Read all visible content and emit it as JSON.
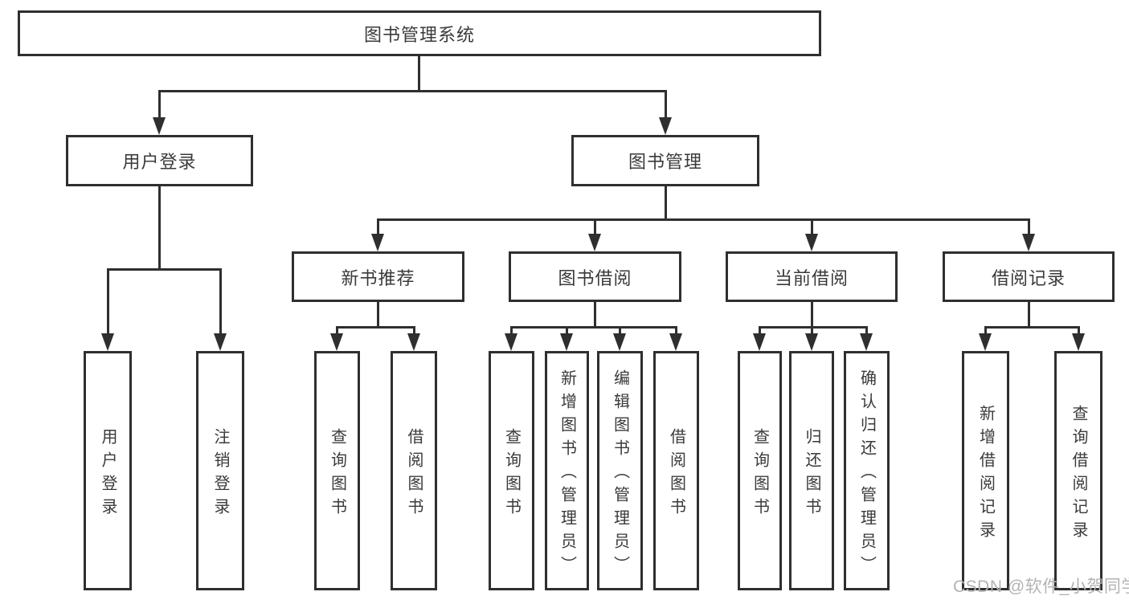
{
  "nodes": {
    "root": "图书管理系统",
    "user_login": "用户登录",
    "book_mgmt": "图书管理",
    "new_book_rec": "新书推荐",
    "book_borrow": "图书借阅",
    "current_borrow": "当前借阅",
    "borrow_record": "借阅记录",
    "v_user_login": "用户登录",
    "v_logout": "注销登录",
    "v_query_book_1": "查询图书",
    "v_borrow_book_1": "借阅图书",
    "v_query_book_2": "查询图书",
    "v_add_book": "新增图书（管理员）",
    "v_edit_book": "编辑图书（管理员）",
    "v_borrow_book_2": "借阅图书",
    "v_query_book_3": "查询图书",
    "v_return_book": "归还图书",
    "v_confirm_return": "确认归还（管理员）",
    "v_add_record": "新增借阅记录",
    "v_query_record": "查询借阅记录"
  },
  "edges": [
    [
      "root",
      "user_login"
    ],
    [
      "root",
      "book_mgmt"
    ],
    [
      "user_login",
      "v_user_login"
    ],
    [
      "user_login",
      "v_logout"
    ],
    [
      "book_mgmt",
      "new_book_rec"
    ],
    [
      "book_mgmt",
      "book_borrow"
    ],
    [
      "book_mgmt",
      "current_borrow"
    ],
    [
      "book_mgmt",
      "borrow_record"
    ],
    [
      "new_book_rec",
      "v_query_book_1"
    ],
    [
      "new_book_rec",
      "v_borrow_book_1"
    ],
    [
      "book_borrow",
      "v_query_book_2"
    ],
    [
      "book_borrow",
      "v_add_book"
    ],
    [
      "book_borrow",
      "v_edit_book"
    ],
    [
      "book_borrow",
      "v_borrow_book_2"
    ],
    [
      "current_borrow",
      "v_query_book_3"
    ],
    [
      "current_borrow",
      "v_return_book"
    ],
    [
      "current_borrow",
      "v_confirm_return"
    ],
    [
      "borrow_record",
      "v_add_record"
    ],
    [
      "borrow_record",
      "v_query_record"
    ]
  ],
  "watermark": {
    "text": "CSDN @软件_小贺同学"
  },
  "colors": {
    "line": "#2f2f2f",
    "text": "#3a3a3a",
    "watermark": "#b3b3b3",
    "background": "#ffffff"
  }
}
